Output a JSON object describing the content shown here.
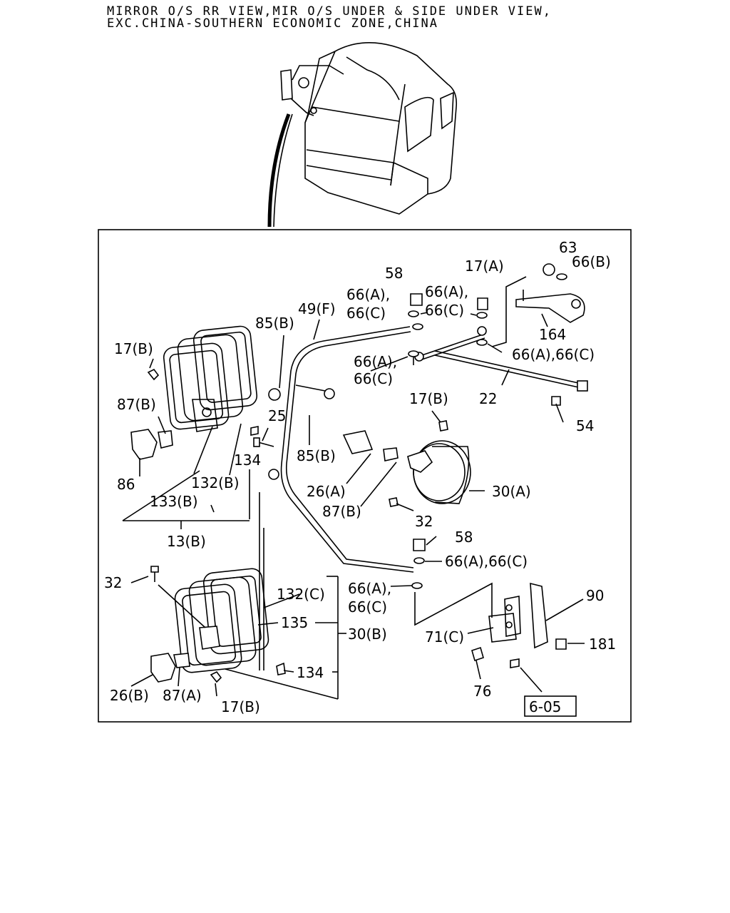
{
  "header": {
    "line1": "MIRROR O/S RR VIEW,MIR O/S UNDER & SIDE UNDER VIEW,",
    "line2": "EXC.CHINA-SOUTHERN ECONOMIC ZONE,CHINA"
  },
  "callouts": {
    "c63": "63",
    "c66b": "66(B)",
    "c17a": "17(A)",
    "c58_top": "58",
    "c66ac_1a": "66(A),",
    "c66ac_1b": "66(C)",
    "c66ac_2a": "66(A),",
    "c66ac_2b": "66(C)",
    "c164": "164",
    "c49f": "49(F)",
    "c85b_top": "85(B)",
    "c66ac_3a": "66(A),",
    "c66ac_3b": "66(C)",
    "c66ac_4": "66(A),66(C)",
    "c17b_left": "17(B)",
    "c22": "22",
    "c87b_left": "87(B)",
    "c25": "25",
    "c17b_mid": "17(B)",
    "c54": "54",
    "c86": "86",
    "c134_top": "134",
    "c85b_mid": "85(B)",
    "c132b": "132(B)",
    "c26a": "26(A)",
    "c30a": "30(A)",
    "c133b": "133(B)",
    "c87b_mid": "87(B)",
    "c32_mid": "32",
    "c13b": "13(B)",
    "c58_mid": "58",
    "c66ac_5": "66(A),66(C)",
    "c32_left": "32",
    "c66ac_6a": "66(A),",
    "c66ac_6b": "66(C)",
    "c132c": "132(C)",
    "c90": "90",
    "c135": "135",
    "c30b": "30(B)",
    "c71c": "71(C)",
    "c181": "181",
    "c134_bot": "134",
    "c26b": "26(B)",
    "c87a": "87(A)",
    "c76": "76",
    "c17b_bot": "17(B)",
    "ref_box": "6-05"
  }
}
